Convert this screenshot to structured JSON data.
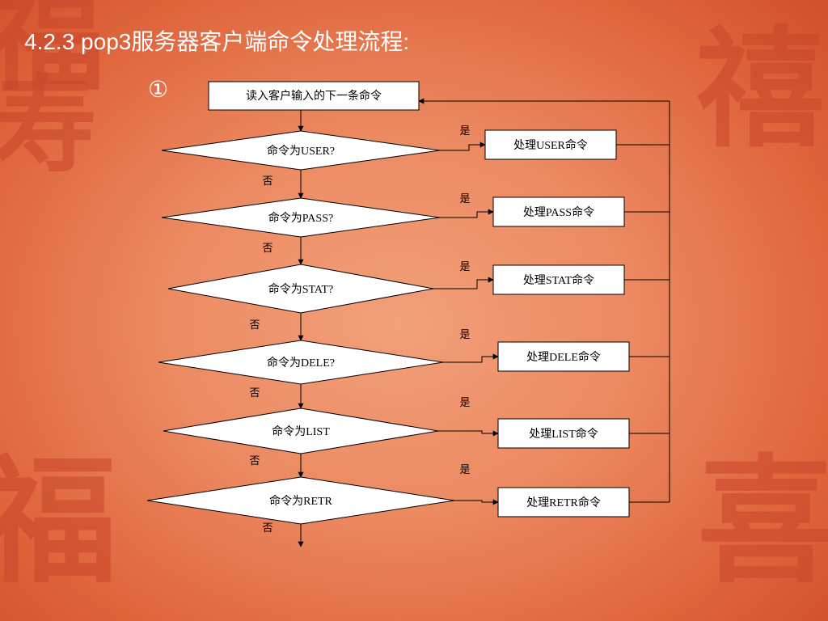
{
  "slide": {
    "title": "4.2.3 pop3服务器客户端命令处理流程:",
    "step_marker": "①"
  },
  "background": {
    "watermark_glyphs": [
      "福",
      "寿",
      "福",
      "禧",
      "喜"
    ],
    "colors": {
      "center": "#f2a07a",
      "edge": "#d2502c",
      "glyph": "#c8452a"
    }
  },
  "flowchart": {
    "start": "读入客户输入的下一条命令",
    "decisions": [
      {
        "condition": "命令为USER?",
        "action": "处理USER命令",
        "yes_label": "是",
        "no_label": "否"
      },
      {
        "condition": "命令为PASS?",
        "action": "处理PASS命令",
        "yes_label": "是",
        "no_label": "否"
      },
      {
        "condition": "命令为STAT?",
        "action": "处理STAT命令",
        "yes_label": "是",
        "no_label": "否"
      },
      {
        "condition": "命令为DELE?",
        "action": "处理DELE命令",
        "yes_label": "是",
        "no_label": "否"
      },
      {
        "condition": "命令为LIST",
        "action": "处理LIST命令",
        "yes_label": "是",
        "no_label": "否"
      },
      {
        "condition": "命令为RETR",
        "action": "处理RETR命令",
        "yes_label": "是",
        "no_label": "否"
      }
    ]
  }
}
